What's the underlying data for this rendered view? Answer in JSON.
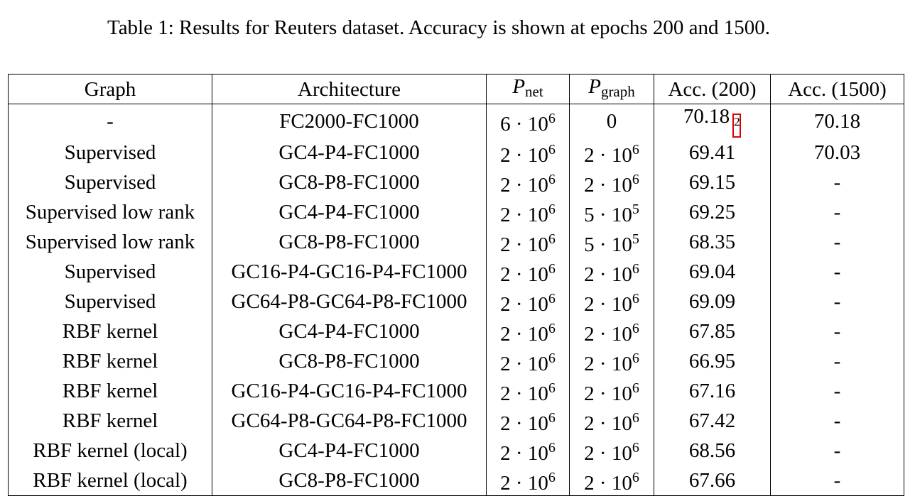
{
  "caption": "Table 1: Results for Reuters dataset. Accuracy is shown at epochs 200 and 1500.",
  "table": {
    "headers": {
      "graph": "Graph",
      "architecture": "Architecture",
      "p_net_symbol": "P",
      "p_net_sub": "net",
      "p_graph_symbol": "P",
      "p_graph_sub": "graph",
      "acc200": "Acc. (200)",
      "acc1500": "Acc. (1500)"
    },
    "footnote_mark": "2",
    "rows": [
      {
        "graph": "-",
        "arch": "FC2000-FC1000",
        "pnet_base": "6 · 10",
        "pnet_exp": "6",
        "pgraph_base": "0",
        "pgraph_exp": "",
        "acc200": "70.18",
        "acc1500": "70.18"
      },
      {
        "graph": "Supervised",
        "arch": "GC4-P4-FC1000",
        "pnet_base": "2 · 10",
        "pnet_exp": "6",
        "pgraph_base": "2 · 10",
        "pgraph_exp": "6",
        "acc200": "69.41",
        "acc1500": "70.03"
      },
      {
        "graph": "Supervised",
        "arch": "GC8-P8-FC1000",
        "pnet_base": "2 · 10",
        "pnet_exp": "6",
        "pgraph_base": "2 · 10",
        "pgraph_exp": "6",
        "acc200": "69.15",
        "acc1500": "-"
      },
      {
        "graph": "Supervised low rank",
        "arch": "GC4-P4-FC1000",
        "pnet_base": "2 · 10",
        "pnet_exp": "6",
        "pgraph_base": "5 · 10",
        "pgraph_exp": "5",
        "acc200": "69.25",
        "acc1500": "-"
      },
      {
        "graph": "Supervised low rank",
        "arch": "GC8-P8-FC1000",
        "pnet_base": "2 · 10",
        "pnet_exp": "6",
        "pgraph_base": "5 · 10",
        "pgraph_exp": "5",
        "acc200": "68.35",
        "acc1500": "-"
      },
      {
        "graph": "Supervised",
        "arch": "GC16-P4-GC16-P4-FC1000",
        "pnet_base": "2 · 10",
        "pnet_exp": "6",
        "pgraph_base": "2 · 10",
        "pgraph_exp": "6",
        "acc200": "69.04",
        "acc1500": "-"
      },
      {
        "graph": "Supervised",
        "arch": "GC64-P8-GC64-P8-FC1000",
        "pnet_base": "2 · 10",
        "pnet_exp": "6",
        "pgraph_base": "2 · 10",
        "pgraph_exp": "6",
        "acc200": "69.09",
        "acc1500": "-"
      },
      {
        "graph": "RBF kernel",
        "arch": "GC4-P4-FC1000",
        "pnet_base": "2 · 10",
        "pnet_exp": "6",
        "pgraph_base": "2 · 10",
        "pgraph_exp": "6",
        "acc200": "67.85",
        "acc1500": "-"
      },
      {
        "graph": "RBF kernel",
        "arch": "GC8-P8-FC1000",
        "pnet_base": "2 · 10",
        "pnet_exp": "6",
        "pgraph_base": "2 · 10",
        "pgraph_exp": "6",
        "acc200": "66.95",
        "acc1500": "-"
      },
      {
        "graph": "RBF kernel",
        "arch": "GC16-P4-GC16-P4-FC1000",
        "pnet_base": "2 · 10",
        "pnet_exp": "6",
        "pgraph_base": "2 · 10",
        "pgraph_exp": "6",
        "acc200": "67.16",
        "acc1500": "-"
      },
      {
        "graph": "RBF kernel",
        "arch": "GC64-P8-GC64-P8-FC1000",
        "pnet_base": "2 · 10",
        "pnet_exp": "6",
        "pgraph_base": "2 · 10",
        "pgraph_exp": "6",
        "acc200": "67.42",
        "acc1500": "-"
      },
      {
        "graph": "RBF kernel (local)",
        "arch": "GC4-P4-FC1000",
        "pnet_base": "2 · 10",
        "pnet_exp": "6",
        "pgraph_base": "2 · 10",
        "pgraph_exp": "6",
        "acc200": "68.56",
        "acc1500": "-"
      },
      {
        "graph": "RBF kernel (local)",
        "arch": "GC8-P8-FC1000",
        "pnet_base": "2 · 10",
        "pnet_exp": "6",
        "pgraph_base": "2 · 10",
        "pgraph_exp": "6",
        "acc200": "67.66",
        "acc1500": "-"
      }
    ]
  },
  "colors": {
    "highlight_box": "#e00000"
  }
}
